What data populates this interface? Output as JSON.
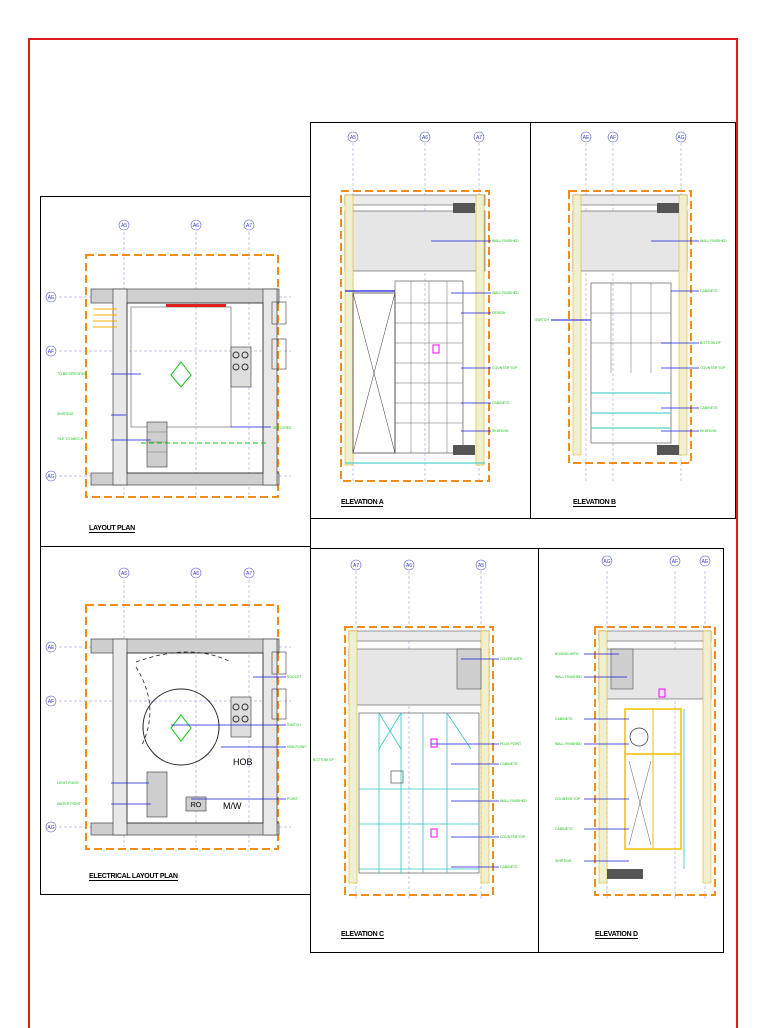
{
  "sheet": {
    "border_color": "#e01b1b"
  },
  "colors": {
    "dim_line": "#f28c1b",
    "wall_fill": "#bdbdbd",
    "annotation": "#10c010",
    "leader": "#1a1adc",
    "cabinet": "#2ec4c4",
    "highlight": "#ff00ff",
    "appliance_yellow": "#f0c000"
  },
  "panels": {
    "layout_plan": {
      "title": "LAYOUT PLAN",
      "grid_top": [
        "A5",
        "A6",
        "A7"
      ],
      "grid_left": [
        "AE",
        "AF",
        "AG"
      ]
    },
    "electrical_layout_plan": {
      "title": "ELECTRICAL LAYOUT PLAN",
      "grid_top": [
        "A5",
        "A6",
        "A7"
      ],
      "grid_left": [
        "AE",
        "AF",
        "AG"
      ],
      "labels": {
        "hob": "HOB",
        "mw": "M/W",
        "ro": "RO"
      }
    },
    "elevation_a": {
      "title": "ELEVATION A",
      "grid_top": [
        "A5",
        "A6",
        "A7"
      ]
    },
    "elevation_b": {
      "title": "ELEVATION B",
      "grid_top": [
        "AE",
        "AF",
        "AG"
      ]
    },
    "elevation_c": {
      "title": "ELEVATION C",
      "grid_top": [
        "A7",
        "A6",
        "A5"
      ]
    },
    "elevation_d": {
      "title": "ELEVATION D",
      "grid_top": [
        "AG",
        "AF",
        "AE"
      ]
    }
  }
}
